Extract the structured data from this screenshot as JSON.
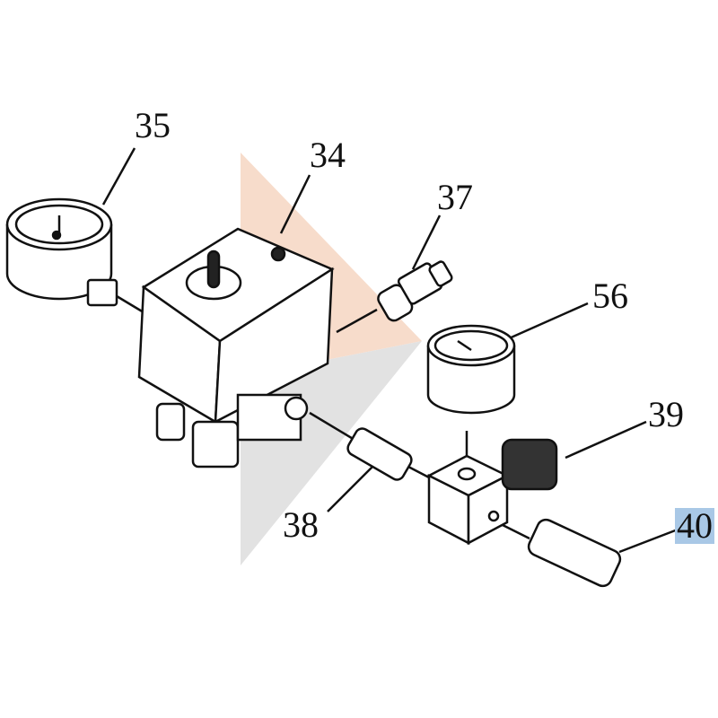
{
  "labels": {
    "p35": "35",
    "p34": "34",
    "p37": "37",
    "p56": "56",
    "p39": "39",
    "p38": "38",
    "p40": "40"
  },
  "selected_label": "40",
  "colors": {
    "highlight": "#a9c8e6",
    "watermark_orange": "#f6d8c6",
    "watermark_gray": "#dedede"
  }
}
